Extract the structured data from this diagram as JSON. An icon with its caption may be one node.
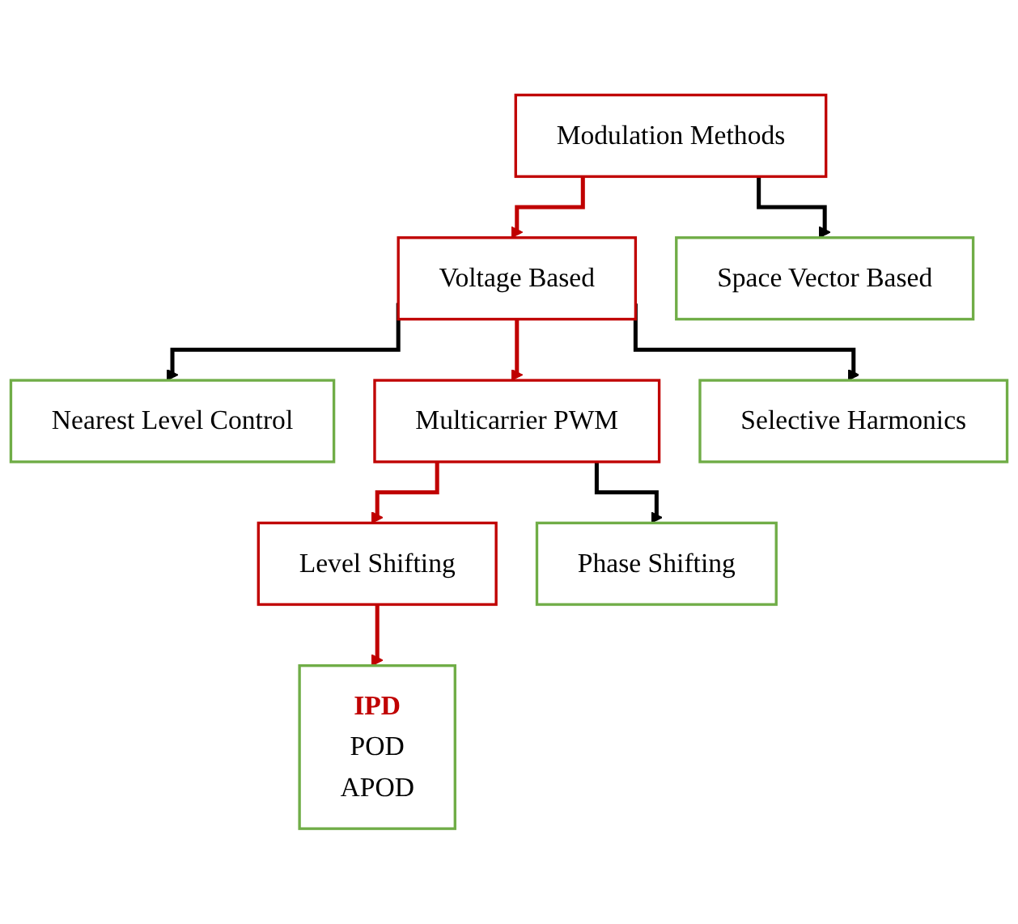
{
  "diagram": {
    "nodes": [
      {
        "text": [
          "Modulation Methods"
        ]
      },
      {
        "text": [
          "Voltage Based"
        ]
      },
      {
        "text": [
          "Space Vector Based"
        ]
      },
      {
        "text": [
          "Nearest Level Control"
        ]
      },
      {
        "text": [
          "Multicarrier PWM"
        ]
      },
      {
        "text": [
          "Selective Harmonics"
        ]
      },
      {
        "text": [
          "Level Shifting"
        ]
      },
      {
        "text": [
          "Phase Shifting"
        ]
      },
      {
        "text": [
          "IPD",
          "POD",
          "APOD"
        ]
      }
    ],
    "edges": [
      {
        "from": 0,
        "to": 1,
        "arrow": "to",
        "color": "#c00000"
      },
      {
        "from": 0,
        "to": 2,
        "arrow": "to",
        "color": "#000000"
      },
      {
        "from": 1,
        "to": 3,
        "arrow": "to",
        "color": "#000000"
      },
      {
        "from": 1,
        "to": 4,
        "arrow": "to",
        "color": "#c00000"
      },
      {
        "from": 1,
        "to": 5,
        "arrow": "to",
        "color": "#000000"
      },
      {
        "from": 4,
        "to": 6,
        "arrow": "to",
        "color": "#c00000"
      },
      {
        "from": 4,
        "to": 7,
        "arrow": "to",
        "color": "#000000"
      },
      {
        "from": 6,
        "to": 8,
        "arrow": "to",
        "color": "#c00000"
      }
    ]
  }
}
